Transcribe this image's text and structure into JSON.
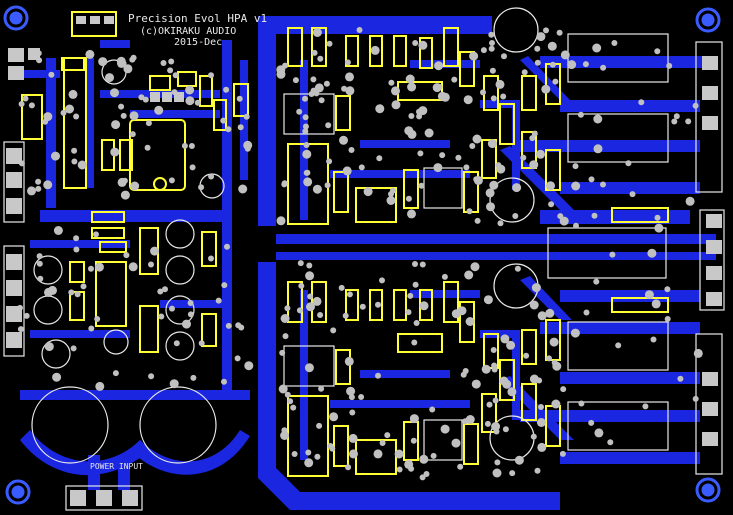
{
  "board": {
    "title": "Precision Evol HPA v1",
    "credit": "(c)OKIRAKU AUDIO",
    "date": "2015-Dec",
    "power_label": "POWER INPUT"
  },
  "colors": {
    "background": "#000000",
    "copper": "#1a26e0",
    "copper_dark": "#0d139a",
    "silkscreen": "#ffff33",
    "pad": "#c0c0c0",
    "via": "#b8b8b8",
    "text": "#e8e8e8"
  }
}
